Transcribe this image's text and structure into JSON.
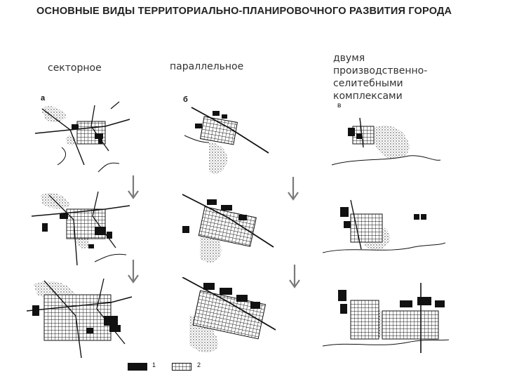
{
  "title": "ОСНОВНЫЕ ВИДЫ ТЕРРИТОРИАЛЬНО-ПЛАНИРОВОЧНОГО РАЗВИТИЯ ГОРОДА",
  "columns": [
    {
      "label": "секторное",
      "letter": "а"
    },
    {
      "label": "параллельное",
      "letter": "б"
    },
    {
      "label_lines": [
        "двумя",
        "производственно-",
        "селитебными",
        "комплексами"
      ],
      "letter": "в"
    }
  ],
  "legend": [
    {
      "number": "1",
      "symbol": "solid-black-block"
    },
    {
      "number": "2",
      "symbol": "grid-block"
    }
  ],
  "icons": [
    "down-arrow-icon"
  ],
  "colors": {
    "ink": "#111111",
    "arrow": "#7a7a7a"
  }
}
